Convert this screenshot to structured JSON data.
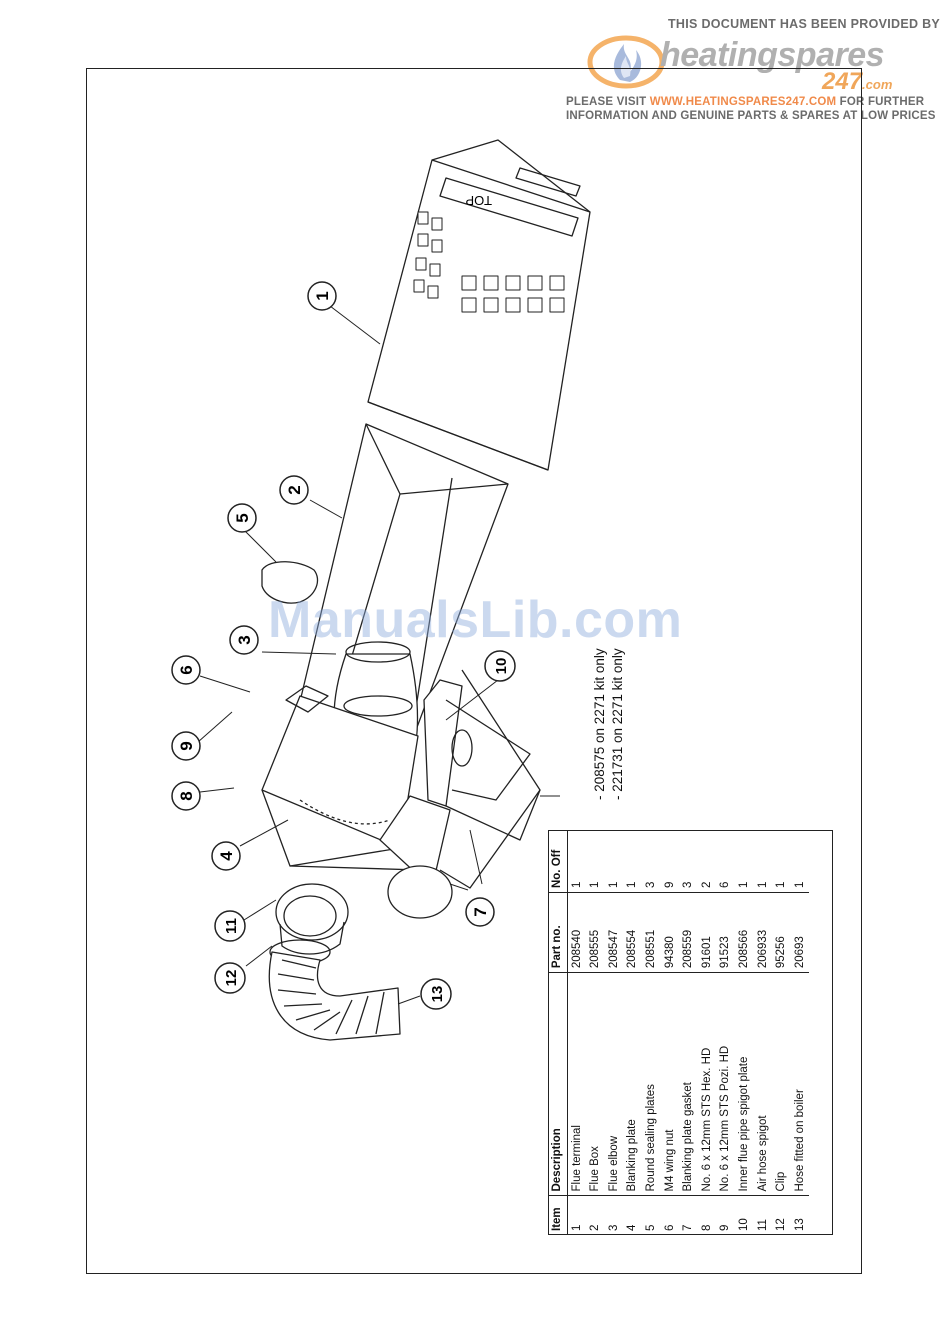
{
  "banner": {
    "top_line": "THIS DOCUMENT HAS BEEN PROVIDED BY",
    "logo_word": "heatingspares",
    "logo_number": "247",
    "logo_suffix": ".com",
    "visit_prefix": "PLEASE VISIT",
    "visit_url": "WWW.HEATINGSPARES247.COM",
    "visit_suffix": "FOR FURTHER",
    "line_three": "INFORMATION AND GENUINE PARTS & SPARES AT LOW PRICES"
  },
  "watermark": "ManualsLib.com",
  "diagram": {
    "terminal_label": "TOP",
    "callouts": [
      "1",
      "2",
      "3",
      "4",
      "5",
      "6",
      "7",
      "8",
      "9",
      "10",
      "11",
      "12",
      "13"
    ]
  },
  "notes": [
    "- 208575 on 2271 kit only",
    "- 221731 on 2271 kit only"
  ],
  "parts_table": {
    "headers": {
      "item": "Item",
      "description": "Description",
      "part_no": "Part no.",
      "no_off": "No. Off"
    },
    "rows": [
      {
        "item": "1",
        "description": "Flue terminal",
        "part_no": "208540",
        "no_off": "1"
      },
      {
        "item": "2",
        "description": "Flue Box",
        "part_no": "208555",
        "no_off": "1"
      },
      {
        "item": "3",
        "description": "Flue elbow",
        "part_no": "208547",
        "no_off": "1"
      },
      {
        "item": "4",
        "description": "Blanking plate",
        "part_no": "208554",
        "no_off": "1"
      },
      {
        "item": "5",
        "description": "Round sealing plates",
        "part_no": "208551",
        "no_off": "3"
      },
      {
        "item": "6",
        "description": "M4 wing nut",
        "part_no": "94380",
        "no_off": "9"
      },
      {
        "item": "7",
        "description": "Blanking plate gasket",
        "part_no": "208559",
        "no_off": "3"
      },
      {
        "item": "8",
        "description": "No. 6 x 12mm STS Hex. HD",
        "part_no": "91601",
        "no_off": "2"
      },
      {
        "item": "9",
        "description": "No. 6 x 12mm STS Pozi. HD",
        "part_no": "91523",
        "no_off": "6"
      },
      {
        "item": "10",
        "description": "Inner flue pipe spigot plate",
        "part_no": "208566",
        "no_off": "1"
      },
      {
        "item": "11",
        "description": "Air hose spigot",
        "part_no": "206933",
        "no_off": "1"
      },
      {
        "item": "12",
        "description": "Clip",
        "part_no": "95256",
        "no_off": "1"
      },
      {
        "item": "13",
        "description": "Hose fitted on boiler",
        "part_no": "20693",
        "no_off": "1"
      }
    ]
  }
}
